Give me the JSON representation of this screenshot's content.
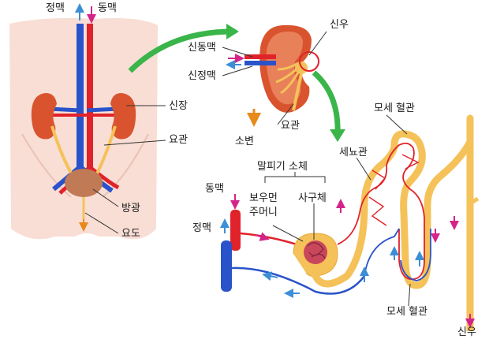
{
  "labels": {
    "vein": "정맥",
    "artery": "동맥",
    "kidney": "신장",
    "ureter": "요관",
    "bladder": "방광",
    "urethra": "요도",
    "renal_artery": "신동맥",
    "renal_vein": "신정맥",
    "renal_pelvis": "신우",
    "ureter_top": "요관",
    "urine": "소변",
    "capillary_top": "모세 혈관",
    "tubule": "세뇨관",
    "malpighian": "말피기 소체",
    "bowman_line1": "보우먼",
    "bowman_line2": "주머니",
    "glomerulus": "사구체",
    "artery_detail": "동맥",
    "vein_detail": "정맥",
    "capillary_bottom": "모세 혈관",
    "renal_pelvis_bottom": "신우"
  },
  "colors": {
    "artery": "#e0222a",
    "vein": "#2a53c9",
    "kidney": "#d9542e",
    "ureter": "#f5c25a",
    "bladder": "#c07a55",
    "flow_arrow": "#3ab54a",
    "flow_down": "#e8891c",
    "artery_marker": "#d4248a",
    "vein_marker": "#3c8fd6",
    "skin": "#f9ded5"
  }
}
